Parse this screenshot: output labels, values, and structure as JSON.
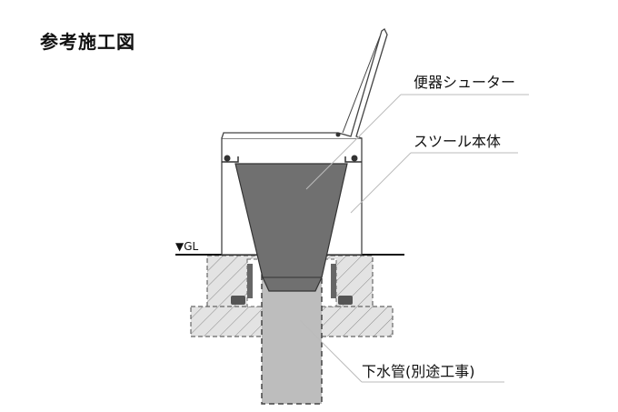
{
  "title": "参考施工図",
  "labels": {
    "chute": "便器シューター",
    "stool": "スツール本体",
    "gl": "▼GL",
    "pipe": "下水管(別途工事)"
  }
}
